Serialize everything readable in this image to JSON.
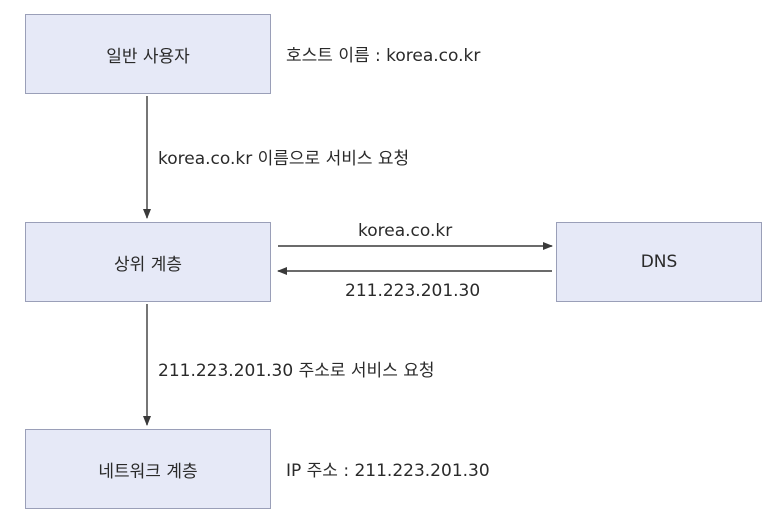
{
  "boxes": {
    "user": "일반 사용자",
    "upper_layer": "상위 계층",
    "network_layer": "네트워크 계층",
    "dns": "DNS"
  },
  "labels": {
    "host_name": "호스트 이름 : korea.co.kr",
    "request_by_name": "korea.co.kr 이름으로 서비스 요청",
    "dns_query": "korea.co.kr",
    "dns_response": "211.223.201.30",
    "request_by_address": "211.223.201.30 주소로 서비스 요청",
    "ip_address": "IP 주소 : 211.223.201.30"
  },
  "colors": {
    "box_fill": "#e6e9f7",
    "box_border": "#9a9fb8",
    "arrow": "#3a3a3a"
  }
}
